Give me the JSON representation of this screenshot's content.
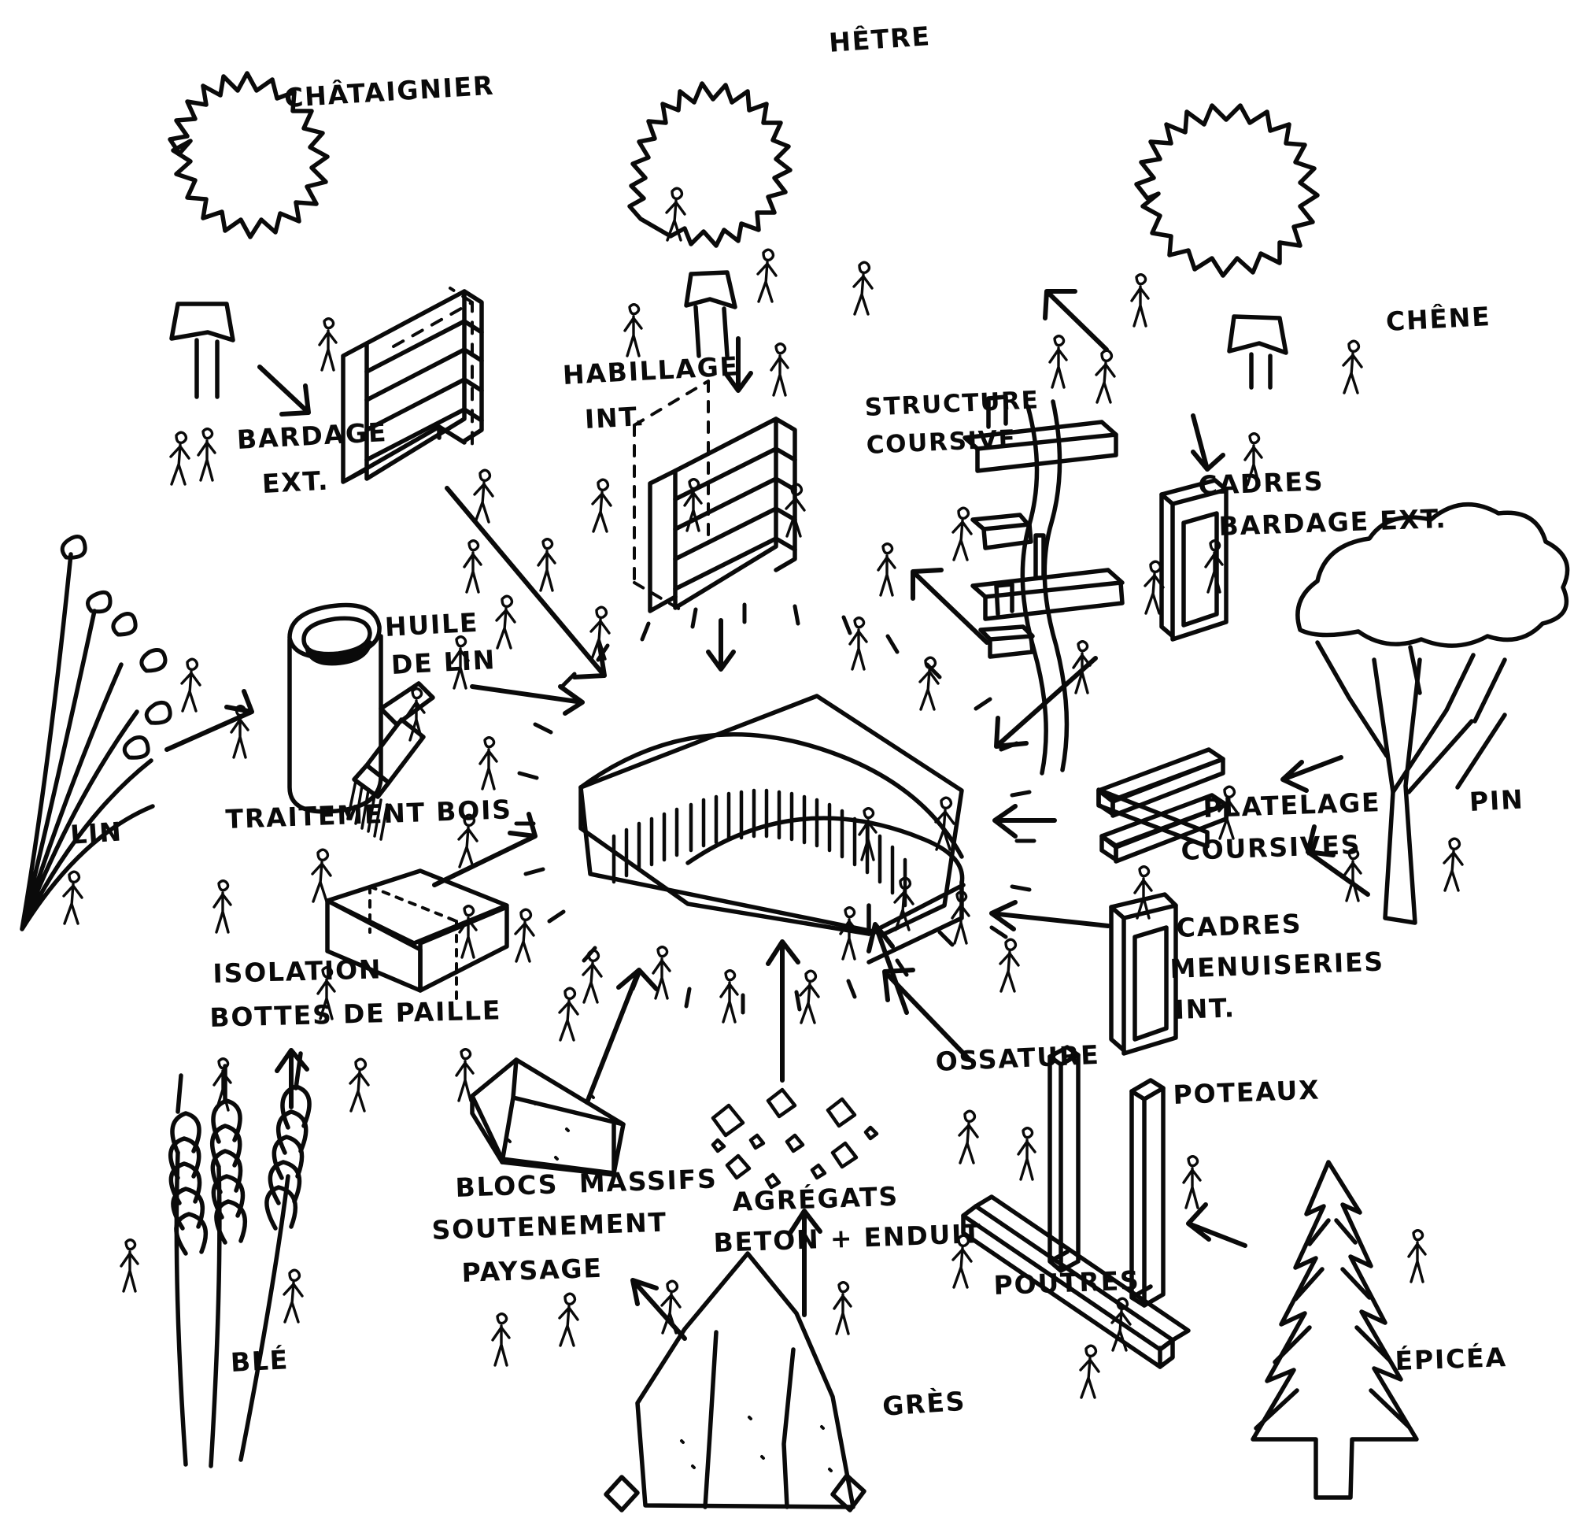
{
  "diagram": {
    "title": "Provenance des matériaux de construction",
    "language": "fr",
    "style": "hand-drawn ink sketch, black on white",
    "center_object": {
      "name": "curved-building",
      "description": "Bâtiment courbe isométrique avec toiture et façade à lames verticales"
    },
    "sources": [
      {
        "id": "chataignier",
        "label": "CHÂTAIGNIER",
        "kind": "tree-broadleaf"
      },
      {
        "id": "hetre",
        "label": "HÊTRE",
        "kind": "tree-broadleaf"
      },
      {
        "id": "chene",
        "label": "CHÊNE",
        "kind": "tree-broadleaf"
      },
      {
        "id": "pin",
        "label": "PIN",
        "kind": "tree-umbrella"
      },
      {
        "id": "epicea",
        "label": "ÉPICÉA",
        "kind": "tree-conifer"
      },
      {
        "id": "lin",
        "label": "LIN",
        "kind": "plant-flax"
      },
      {
        "id": "ble",
        "label": "BLÉ",
        "kind": "plant-wheat"
      },
      {
        "id": "gres",
        "label": "GRÈS",
        "kind": "stone-rock"
      }
    ],
    "components": [
      {
        "id": "bardage-ext",
        "label": "BARDAGE\nEXT.",
        "from": "chataignier"
      },
      {
        "id": "habillage-int",
        "label": "HABILLAGE\nINT.",
        "from": "hetre"
      },
      {
        "id": "structure-coursive",
        "label": "STRUCTURE\nCOURSIVE",
        "from": "chene"
      },
      {
        "id": "cadres-bardage",
        "label": "CADRES\nBARDAGE EXT.",
        "from": "chene"
      },
      {
        "id": "platelage",
        "label": "PLATELAGE\nCOURSIVES",
        "from": "pin"
      },
      {
        "id": "cadres-menuis",
        "label": "CADRES\nMENUISERIES\nINT.",
        "from": "pin"
      },
      {
        "id": "poteaux",
        "label": "POTEAUX",
        "from": "epicea"
      },
      {
        "id": "poutres",
        "label": "POUTRES",
        "from": "epicea"
      },
      {
        "id": "ossature",
        "label": "OSSATURE",
        "from": "epicea"
      },
      {
        "id": "huile-de-lin",
        "label": "HUILE\nDE LIN",
        "from": "lin"
      },
      {
        "id": "traitement-bois",
        "label": "TRAITEMENT BOIS",
        "from": "lin"
      },
      {
        "id": "isolation",
        "label": "ISOLATION\nBOTTES DE PAILLE",
        "from": "ble"
      },
      {
        "id": "blocs-massifs",
        "label": "BLOCS  MASSIFS\nSOUTENEMENT\nPAYSAGE",
        "from": "gres"
      },
      {
        "id": "agregats",
        "label": "AGRÉGATS\nBETON + ENDUIT",
        "from": "gres"
      }
    ],
    "labels": {
      "chataignier": "CHÂTAIGNIER",
      "hetre": "HÊTRE",
      "chene": "CHÊNE",
      "pin": "PIN",
      "epicea": "ÉPICÉA",
      "lin": "LIN",
      "ble": "BLÉ",
      "gres": "GRÈS",
      "bardage_ext_l1": "BARDAGE",
      "bardage_ext_l2": "EXT.",
      "habillage_int_l1": "HABILLAGE",
      "habillage_int_l2": "INT.",
      "structure_coursive_l1": "STRUCTURE",
      "structure_coursive_l2": "COURSIVE",
      "cadres_bardage_l1": "CADRES",
      "cadres_bardage_l2": "BARDAGE EXT.",
      "platelage_l1": "PLATELAGE",
      "platelage_l2": "COURSIVES",
      "cadres_menuis_l1": "CADRES",
      "cadres_menuis_l2": "MENUISERIES",
      "cadres_menuis_l3": "INT.",
      "poteaux": "POTEAUX",
      "poutres": "POUTRES",
      "ossature": "OSSATURE",
      "huile_de_lin_l1": "HUILE",
      "huile_de_lin_l2": "DE LIN",
      "traitement_bois": "TRAITEMENT BOIS",
      "isolation_l1": "ISOLATION",
      "isolation_l2": "BOTTES DE PAILLE",
      "blocs_l1": "BLOCS  MASSIFS",
      "blocs_l2": "SOUTENEMENT",
      "blocs_l3": "PAYSAGE",
      "agregats_l1": "AGRÉGATS",
      "agregats_l2": "BETON + ENDUIT"
    },
    "colors": {
      "ink": "#0a0a0a",
      "background": "#ffffff"
    }
  }
}
